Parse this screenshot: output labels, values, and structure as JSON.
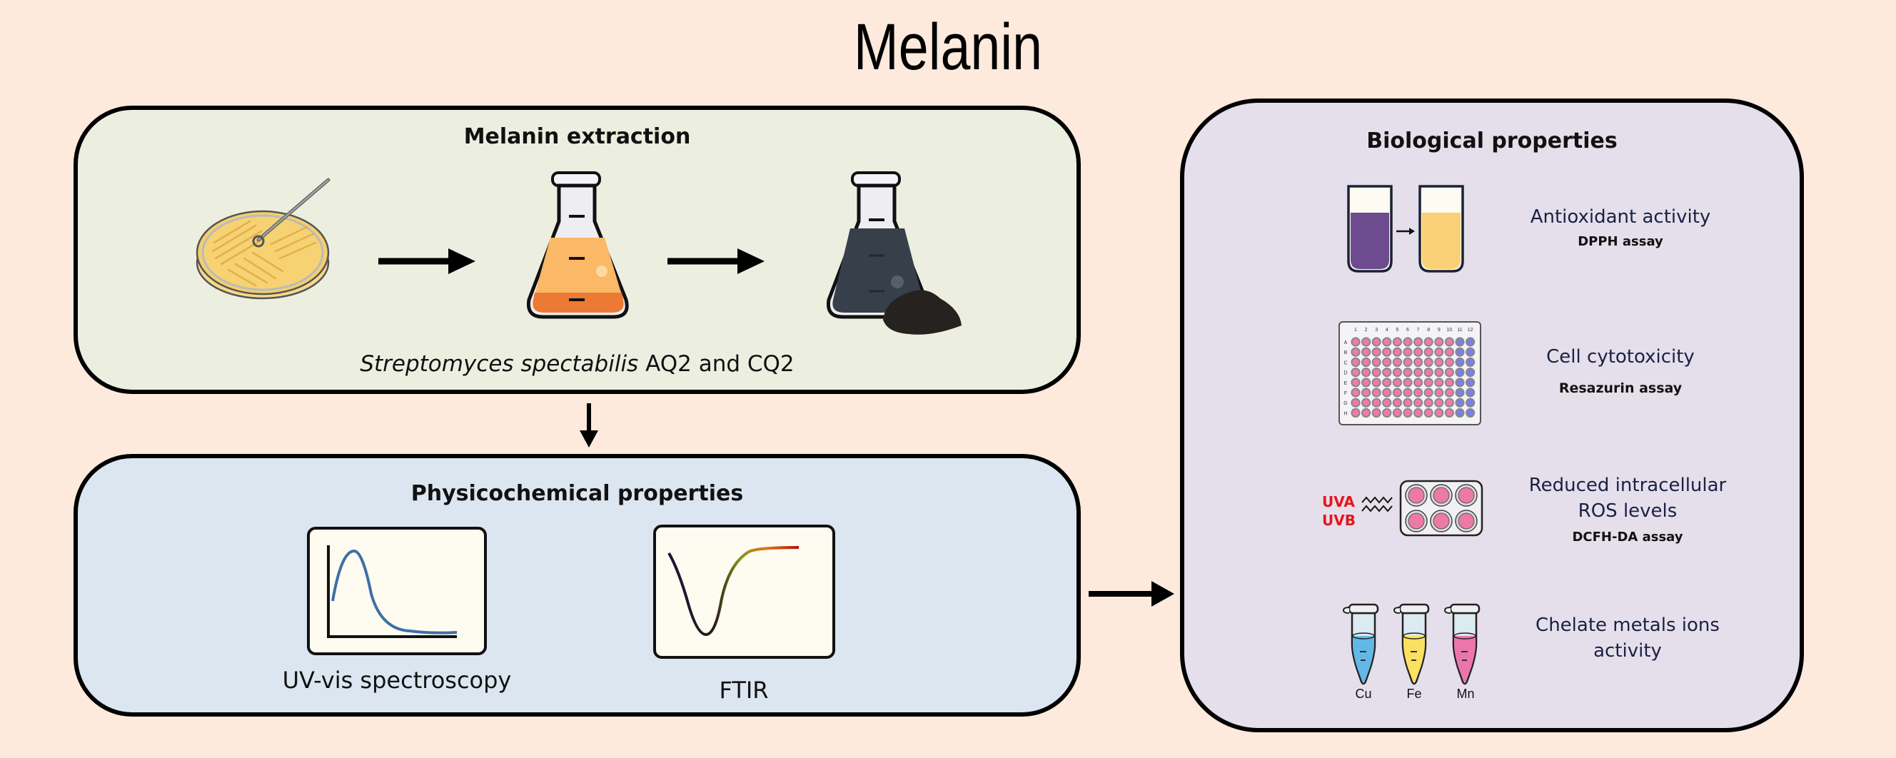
{
  "title": "Melanin",
  "extraction": {
    "heading": "Melanin extraction",
    "caption_italic": "Streptomyces spectabilis",
    "caption_rest": " AQ2 and CQ2",
    "steps": [
      {
        "name": "petri-dish-culture",
        "icon": "petri-dish-icon",
        "color": "#f5cf6e"
      },
      {
        "name": "culture-broth-flask",
        "icon": "flask-icon",
        "color": "#fbb866"
      },
      {
        "name": "melanin-flask",
        "icon": "flask-icon",
        "color": "#37404a"
      }
    ]
  },
  "physicochemical": {
    "heading": "Physicochemical properties",
    "methods": [
      {
        "label": "UV-vis spectroscopy",
        "icon": "uv-vis-spectrum-icon"
      },
      {
        "label": "FTIR",
        "icon": "ftir-spectrum-icon"
      }
    ]
  },
  "biological": {
    "heading": "Biological properties",
    "items": [
      {
        "label": "Antioxidant activity",
        "assay": "DPPH assay",
        "icon": "dpph-tubes-icon",
        "colors": [
          "#6e4a8e",
          "#fad077"
        ]
      },
      {
        "label": "Cell cytotoxicity",
        "assay": "Resazurin assay",
        "icon": "96-well-plate-icon",
        "plate": {
          "columns": [
            "1",
            "2",
            "3",
            "4",
            "5",
            "6",
            "7",
            "8",
            "9",
            "10",
            "11",
            "12"
          ],
          "rows": [
            "A",
            "B",
            "C",
            "D",
            "E",
            "F",
            "G",
            "H"
          ],
          "pink": "#f07aa6",
          "blue": "#7b7fe8"
        }
      },
      {
        "label_line1": "Reduced intracellular",
        "label_line2": "ROS levels",
        "assay": "DCFH-DA assay",
        "icon": "6-well-plate-icon",
        "uv": [
          "UVA",
          "UVB"
        ]
      },
      {
        "label_line1": "Chelate metals ions",
        "label_line2": "activity",
        "icon": "microtubes-icon",
        "metals": [
          {
            "symbol": "Cu",
            "color": "#63b8e6"
          },
          {
            "symbol": "Fe",
            "color": "#fbe062"
          },
          {
            "symbol": "Mn",
            "color": "#ec76ab"
          }
        ]
      }
    ]
  }
}
